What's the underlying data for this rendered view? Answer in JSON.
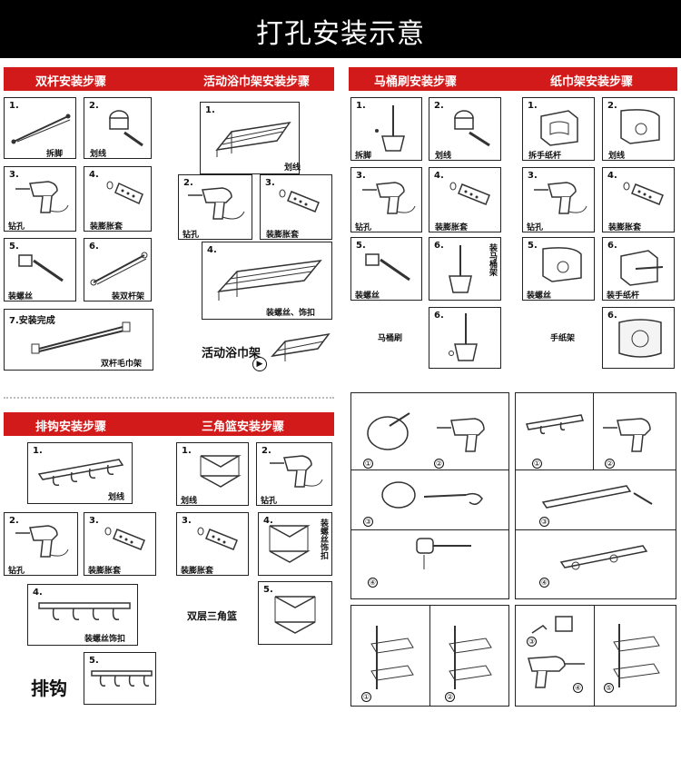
{
  "page_title": "打孔安装示意",
  "double_bar": {
    "header": "双杆安装步骤",
    "steps": [
      {
        "n": "1.",
        "cap": "拆脚"
      },
      {
        "n": "2.",
        "cap": "划线"
      },
      {
        "n": "3.",
        "cap": "钻孔"
      },
      {
        "n": "4.",
        "cap": "装膨胀套"
      },
      {
        "n": "5.",
        "cap": "装螺丝"
      },
      {
        "n": "6.",
        "cap": "装双杆架"
      },
      {
        "n": "7.安装完成",
        "cap": "双杆毛巾架"
      }
    ]
  },
  "towel_rack": {
    "header": "活动浴巾架安装步骤",
    "steps": [
      {
        "n": "1.",
        "cap": "划线"
      },
      {
        "n": "2.",
        "cap": "钻孔"
      },
      {
        "n": "3.",
        "cap": "装膨胀套"
      },
      {
        "n": "4.",
        "cap": "装螺丝、饰扣"
      }
    ],
    "final_label": "活动浴巾架"
  },
  "toilet_brush": {
    "header": "马桶刷安装步骤",
    "steps": [
      {
        "n": "1.",
        "cap": "拆脚"
      },
      {
        "n": "2.",
        "cap": "划线"
      },
      {
        "n": "3.",
        "cap": "钻孔"
      },
      {
        "n": "4.",
        "cap": "装膨胀套"
      },
      {
        "n": "5.",
        "cap": "装螺丝"
      },
      {
        "n": "6.",
        "cap": "装马桶架"
      },
      {
        "n": "6.",
        "cap": ""
      }
    ],
    "final_label": "马桶刷"
  },
  "paper_holder": {
    "header": "纸巾架安装步骤",
    "steps": [
      {
        "n": "1.",
        "cap": "拆手纸杆"
      },
      {
        "n": "2.",
        "cap": "划线"
      },
      {
        "n": "3.",
        "cap": "钻孔"
      },
      {
        "n": "4.",
        "cap": "装膨胀套"
      },
      {
        "n": "5.",
        "cap": "装螺丝"
      },
      {
        "n": "6.",
        "cap": "装手纸杆"
      },
      {
        "n": "6.",
        "cap": ""
      }
    ],
    "final_label": "手纸架"
  },
  "hook": {
    "header": "排钩安装步骤",
    "steps": [
      {
        "n": "1.",
        "cap": "划线"
      },
      {
        "n": "2.",
        "cap": "钻孔"
      },
      {
        "n": "3.",
        "cap": "装膨胀套"
      },
      {
        "n": "4.",
        "cap": "装螺丝饰扣"
      },
      {
        "n": "5.",
        "cap": ""
      }
    ],
    "final_label": "排钩"
  },
  "corner_basket": {
    "header": "三角篮安装步骤",
    "steps": [
      {
        "n": "1.",
        "cap": "划线"
      },
      {
        "n": "2.",
        "cap": "钻孔"
      },
      {
        "n": "3.",
        "cap": "装膨胀套"
      },
      {
        "n": "4.",
        "cap": "装螺丝饰扣"
      },
      {
        "n": "5.",
        "cap": ""
      }
    ],
    "final_label": "双层三角篮"
  },
  "markers": [
    "①",
    "②",
    "③",
    "④",
    "⑤"
  ],
  "colors": {
    "header_red": "#d31a1a",
    "title_bar": "#000000"
  }
}
